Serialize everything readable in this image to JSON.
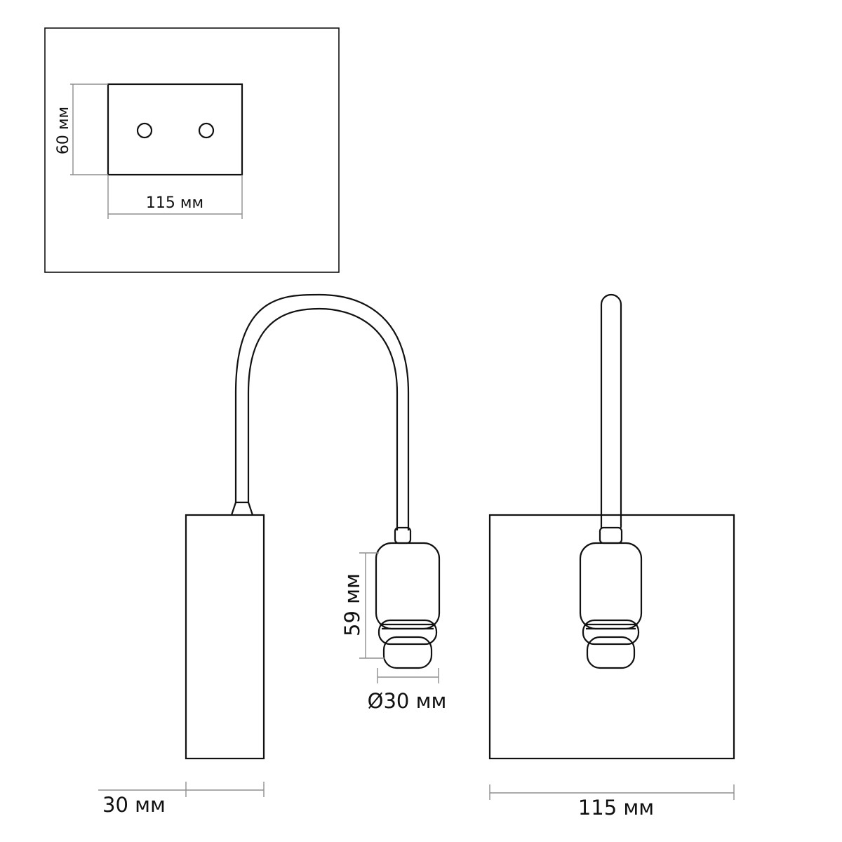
{
  "dimensions": {
    "plate_height": "60 мм",
    "plate_width": "115 мм",
    "side_depth": "30 мм",
    "shade_height": "59 мм",
    "shade_diameter": "Ø30 мм",
    "front_width": "115 мм"
  }
}
